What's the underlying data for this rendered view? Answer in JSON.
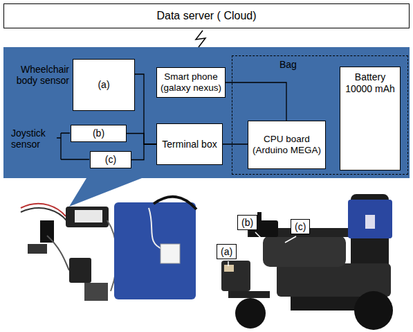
{
  "diagram": {
    "nodes": [
      {
        "text": [
          "Data server ( Cloud)"
        ]
      },
      {
        "text": [
          "(a)"
        ]
      },
      {
        "text": [
          "Smart phone (galaxy nexus)"
        ]
      },
      {
        "text": [
          "Bag"
        ]
      },
      {
        "text": [
          "Battery 10000 mAh"
        ],
        "in": 3
      },
      {
        "text": [
          "(b)"
        ]
      },
      {
        "text": [
          "(c)"
        ]
      },
      {
        "text": [
          "Terminal box"
        ]
      },
      {
        "text": [
          "CPU board (Arduino MEGA)"
        ],
        "in": 3
      }
    ],
    "edges": [
      {
        "from": 1,
        "to": 7,
        "arrow": "none"
      },
      {
        "from": 5,
        "to": 7,
        "arrow": "none"
      },
      {
        "from": 6,
        "to": 7,
        "arrow": "none"
      },
      {
        "from": 2,
        "to": 8,
        "arrow": "none"
      },
      {
        "from": 7,
        "to": 8,
        "arrow": "none"
      }
    ],
    "labels": [
      "Wheelchair body sensor",
      "Joystick sensor",
      "(b)",
      "(c)",
      "(a)"
    ]
  }
}
